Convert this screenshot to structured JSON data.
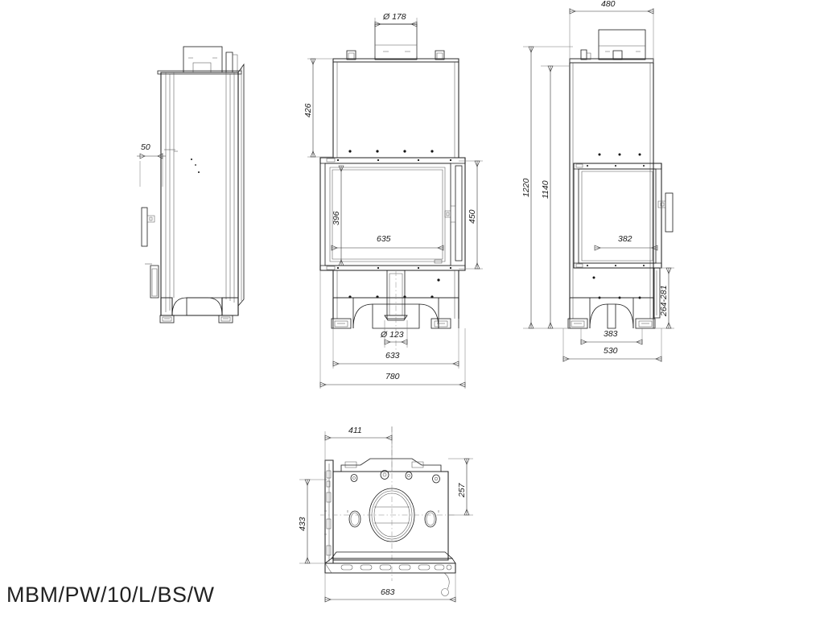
{
  "title": "MBM/PW/10/L/BS/W",
  "views": {
    "left_side": {
      "name": "left-side-view",
      "dims": [
        {
          "value": "50"
        }
      ]
    },
    "front": {
      "name": "front-view",
      "dims": [
        {
          "value": "Ø 178"
        },
        {
          "value": "426"
        },
        {
          "value": "396"
        },
        {
          "value": "635"
        },
        {
          "value": "450"
        },
        {
          "value": "Ø 123"
        },
        {
          "value": "633"
        },
        {
          "value": "780"
        }
      ]
    },
    "section": {
      "name": "section-view",
      "dims": [
        {
          "value": "480"
        },
        {
          "value": "1220"
        },
        {
          "value": "1140"
        },
        {
          "value": "382"
        },
        {
          "value": "264-281"
        },
        {
          "value": "383"
        },
        {
          "value": "530"
        }
      ]
    },
    "plan": {
      "name": "plan-view",
      "dims": [
        {
          "value": "411"
        },
        {
          "value": "257"
        },
        {
          "value": "433"
        },
        {
          "value": "683"
        }
      ]
    }
  },
  "colors": {
    "line": "#1a1a1a",
    "dim": "#333333",
    "center": "#888888",
    "bg": "#ffffff"
  }
}
